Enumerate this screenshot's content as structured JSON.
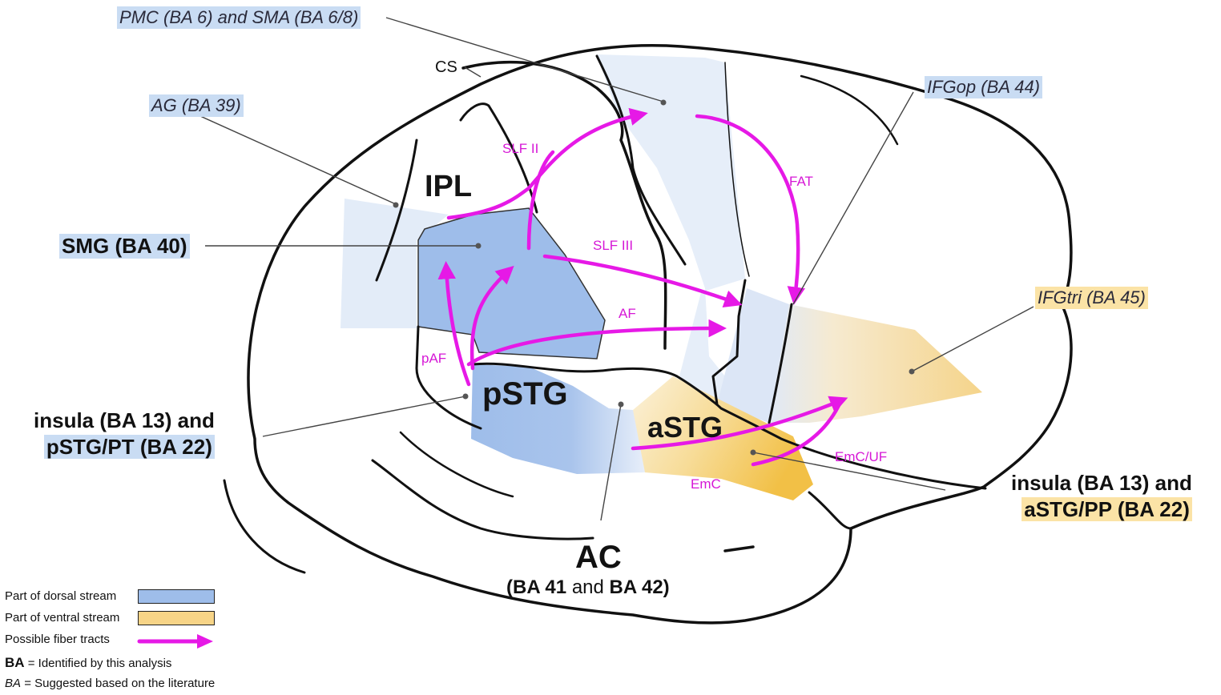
{
  "labels": {
    "pmc_sma": "PMC (BA 6) and SMA (BA 6/8)",
    "cs": "CS",
    "ag": "AG (BA 39)",
    "ifgop": "IFGop (BA 44)",
    "ifgtri": "IFGtri (BA 45)",
    "smg_region": "SMG",
    "smg_ba": "(BA 40)",
    "insula_p_line1_a": "insula",
    "insula_p_line1_b": "(BA 13) and",
    "insula_p_line2": "pSTG/PT (BA 22)",
    "insula_a_line1_a": "insula",
    "insula_a_line1_b": "(BA 13) and",
    "insula_a_line2": "aSTG/PP (BA 22)",
    "ac": "AC",
    "ac_ba_a": "(BA 41",
    "ac_ba_and": "and",
    "ac_ba_b": "BA 42)"
  },
  "regions": {
    "ipl": "IPL",
    "pstg": "pSTG",
    "astg": "aSTG"
  },
  "tracts": {
    "slf2": "SLF II",
    "fat": "FAT",
    "slf3": "SLF III",
    "af": "AF",
    "paf": "pAF",
    "emc_uf": "EmC/UF",
    "emc": "EmC"
  },
  "legend": {
    "dorsal": "Part of dorsal stream",
    "ventral": "Part of ventral stream",
    "fiber": "Possible fiber tracts",
    "ba_bold": "BA",
    "ba_bold_text": "= Identified by this analysis",
    "ba_italic": "BA",
    "ba_italic_text": "= Suggested based on the literature"
  },
  "colors": {
    "dorsal": "#9ebdea",
    "ventral": "#f7d487",
    "tract": "#e619e6",
    "outline": "#111111",
    "label_highlight_blue": "#c9dcf3",
    "label_highlight_yellow": "#fbe3a6"
  }
}
